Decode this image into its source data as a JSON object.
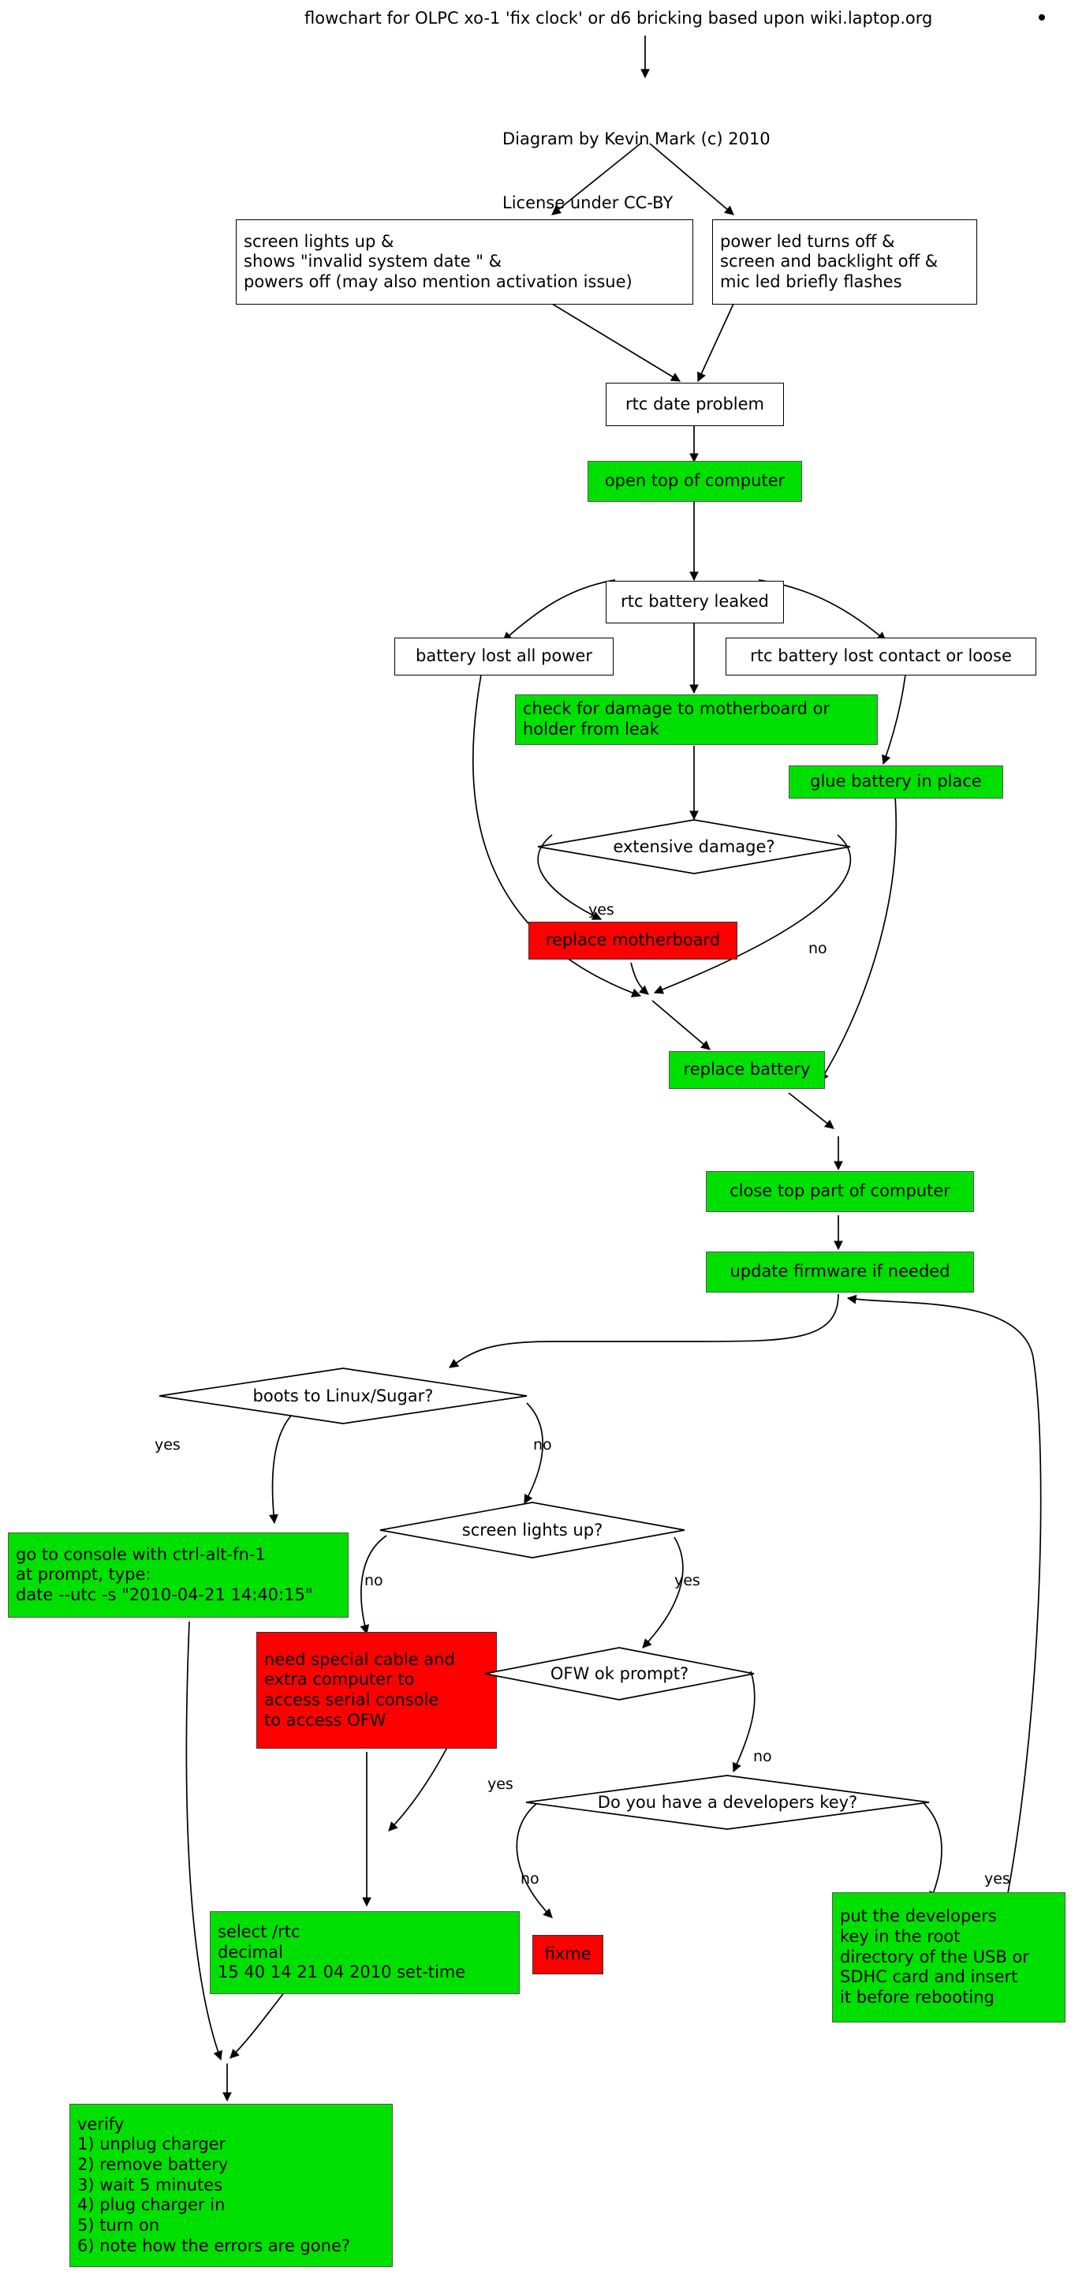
{
  "diagram": {
    "title": "flowchart for OLPC xo-1 'fix clock' or d6 bricking based upon wiki.laptop.org",
    "bullet_marker": "bullet-dot",
    "credit_line_1": "Diagram by Kevin Mark (c) 2010",
    "credit_line_2": "License under CC-BY",
    "colors": {
      "action_green": "#00e000",
      "problem_red": "#fe0000",
      "neutral_white": "#ffffff",
      "stroke_black": "#000000"
    }
  },
  "nodes": {
    "symptom_screen": "screen lights up &\nshows \"invalid system date \" &\npowers off (may also mention activation issue)",
    "symptom_power_led": "power led turns off &\nscreen and backlight off &\nmic led briefly flashes",
    "rtc_date_problem": "rtc date problem",
    "open_top": "open top of computer",
    "rtc_battery_leaked": "rtc battery leaked",
    "battery_lost_power": "battery lost all power",
    "rtc_battery_loose": "rtc battery lost contact or loose",
    "check_damage": "check for damage to motherboard or\nholder from leak",
    "glue_battery": "glue battery in place",
    "extensive_damage": "extensive damage?",
    "replace_motherboard": "replace motherboard",
    "replace_battery": "replace battery",
    "close_top": "close top part of computer",
    "update_firmware": "update firmware if needed",
    "boots_to_linux": "boots to Linux/Sugar?",
    "screen_lights_up": "screen lights up?",
    "console_cmd": "go to console with ctrl-alt-fn-1\nat prompt, type:\ndate --utc -s \"2010-04-21 14:40:15\"",
    "need_special_cable": "need special cable and\nextra computer to\naccess serial console\nto access OFW",
    "ofw_ok_prompt": "OFW ok prompt?",
    "developers_key_q": "Do you have a developers key?",
    "select_rtc": "select /rtc\ndecimal\n15 40 14 21 04 2010 set-time",
    "fixme": "fixme",
    "put_dev_key": "put the developers\nkey in the root\ndirectory of the USB or\nSDHC card and insert\nit before rebooting",
    "verify": "verify\n1) unplug charger\n2) remove battery\n3) wait 5 minutes\n4) plug charger in\n5) turn on\n6) note how the errors are gone?"
  },
  "edge_labels": {
    "damage_yes": "yes",
    "damage_no": "no",
    "boots_yes": "yes",
    "boots_no": "no",
    "screen_no": "no",
    "screen_yes": "yes",
    "ofw_yes": "yes",
    "ofw_no": "no",
    "devkey_no": "no",
    "devkey_yes": "yes"
  }
}
